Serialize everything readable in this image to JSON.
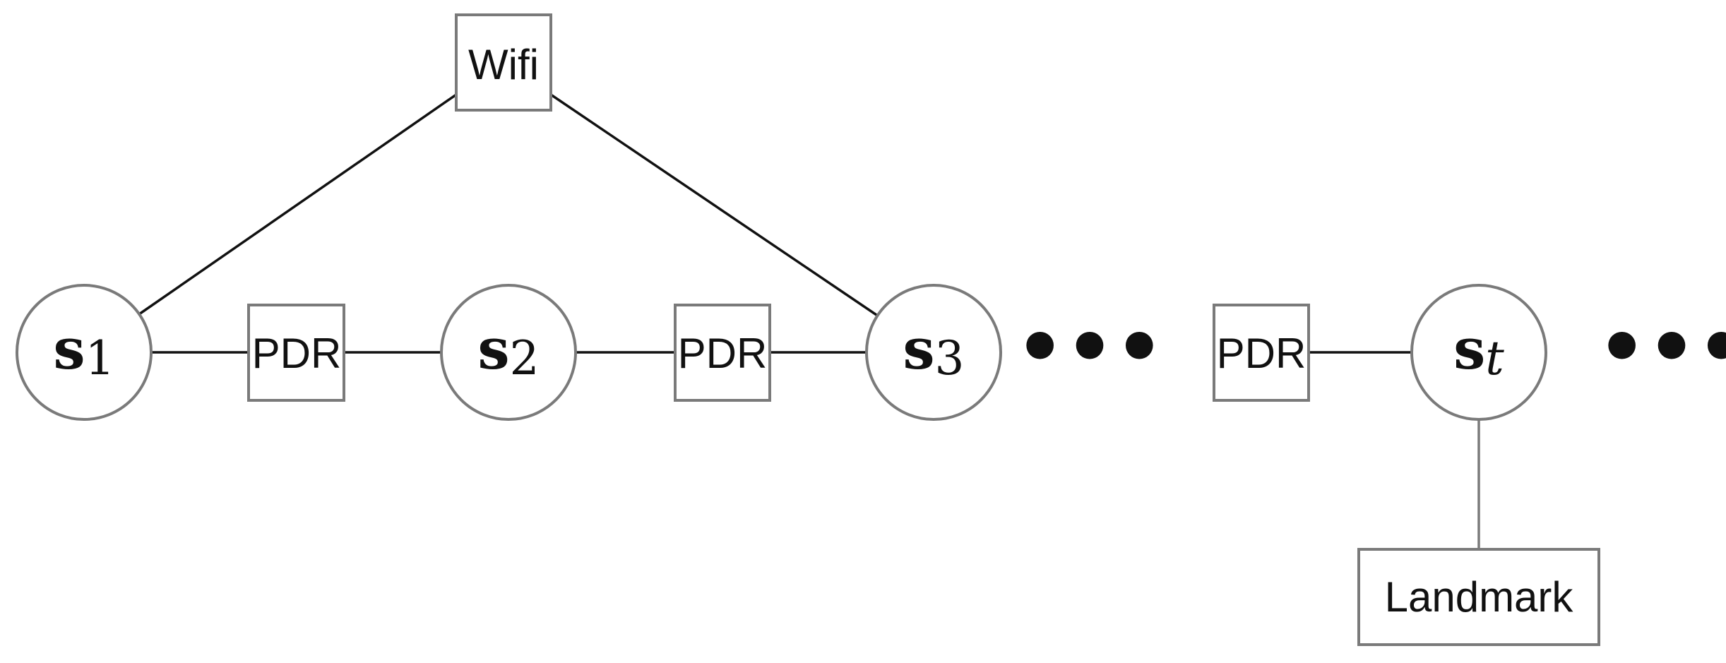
{
  "diagram": {
    "factors": {
      "wifi": "Wifi",
      "pdr_1": "PDR",
      "pdr_2": "PDR",
      "pdr_3": "PDR",
      "landmark": "Landmark"
    },
    "states": {
      "s1": {
        "symbol": "s",
        "subscript": "1"
      },
      "s2": {
        "symbol": "s",
        "subscript": "2"
      },
      "s3": {
        "symbol": "s",
        "subscript": "3"
      },
      "st": {
        "symbol": "s",
        "subscript": "t"
      }
    },
    "ellipsis": "•••"
  }
}
